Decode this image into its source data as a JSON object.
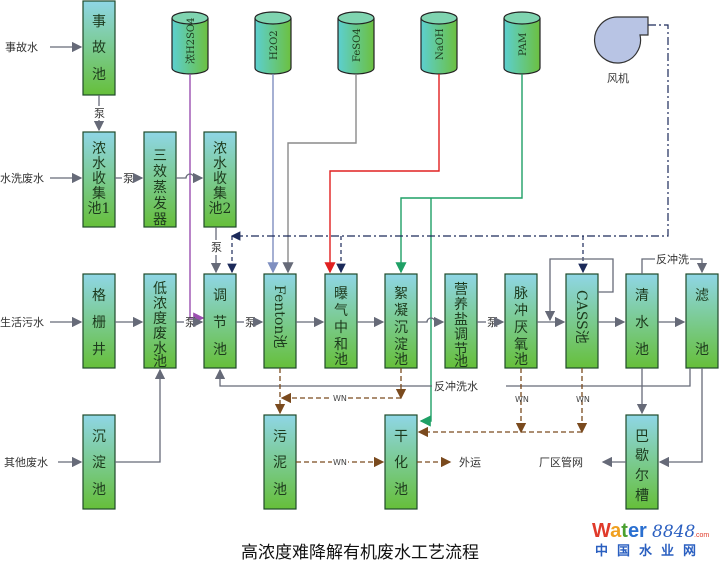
{
  "title": "高浓度难降解有机废水工艺流程",
  "inputs": {
    "accident_water": "事故水",
    "wash_water": "水洗废水",
    "domestic_sewage": "生活污水",
    "other_wastewater": "其他废水"
  },
  "units": {
    "accident_pool": "事故池",
    "conc_pool_1": "浓水收集池1",
    "triple_evaporator": "三效蒸发器",
    "conc_pool_2": "浓水收集池2",
    "grille_well": "格栅井",
    "low_conc_pool": "低浓度废水池",
    "adjust_pool": "调节池",
    "fenton_pool": "Fenton池",
    "aeration_pool": "曝气中和池",
    "coag_pool": "絮凝沉淀池",
    "nutrient_pool": "营养盐调节池",
    "pulse_anaerobic_pool": "脉冲厌氧池",
    "cass_pool": "CASS池",
    "clear_pool": "清水池",
    "filter_pool": "滤池",
    "settling_pool": "沉淀池",
    "sludge_pool": "污泥池",
    "drying_pool": "干化池",
    "parshall_flume": "巴歇尔槽"
  },
  "chemicals": [
    {
      "label": "浓H2SO4",
      "color": "#9b6fb0"
    },
    {
      "label": "H2O2",
      "color": "#7f8fc0"
    },
    {
      "label": "FeSO4",
      "color": "#8a8a8a"
    },
    {
      "label": "NaOH",
      "color": "#e02020"
    },
    {
      "label": "PAM",
      "color": "#2aa870"
    }
  ],
  "blower": "风机",
  "labels": {
    "pump": "泵",
    "backwash": "反冲洗",
    "backwash_water": "反冲洗水",
    "wn": "WN",
    "export": "外运",
    "plant_network": "厂区管网"
  },
  "logo": {
    "brand": "Water",
    "number": "8848",
    "domain": ".com",
    "subtitle": "中国水业网"
  },
  "colors": {
    "box_top": "#8fd3e0",
    "box_bottom": "#6cc040",
    "line": "#6b6f80",
    "sludge": "#7a4a1e",
    "air": "#1c2a5a"
  }
}
